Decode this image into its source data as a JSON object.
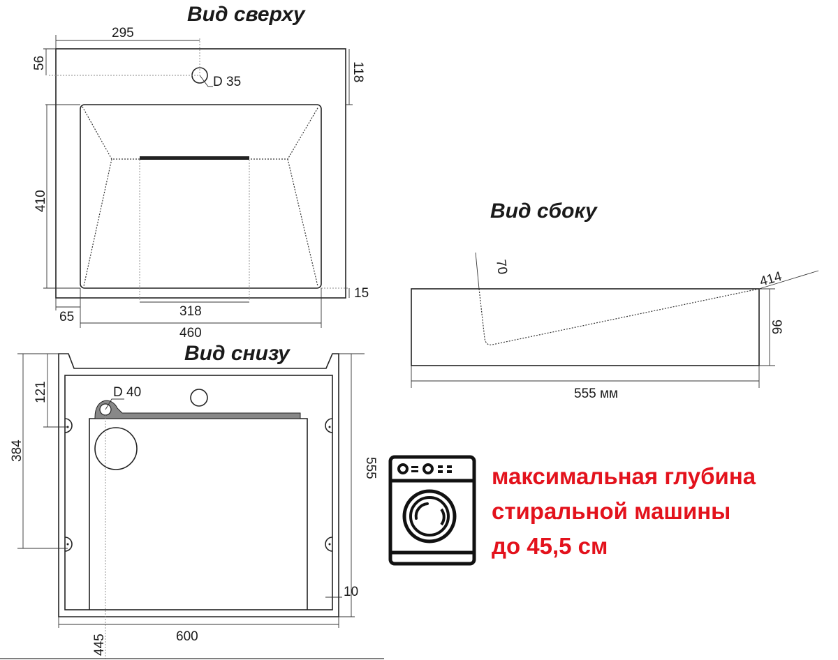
{
  "views": {
    "top": {
      "title": "Вид сверху",
      "dims": {
        "hole_offset_x": "295",
        "hole_offset_y": "56",
        "hole_diameter": "D 35",
        "bowl_offset_top": "118",
        "bowl_depth": "410",
        "bowl_offset_bottom": "15",
        "bowl_offset_left": "65",
        "drain_slot_width": "318",
        "bowl_width": "460"
      }
    },
    "bottom": {
      "title": "Вид снизу",
      "dims": {
        "mount_offset_top": "121",
        "mount_spacing": "384",
        "drain_diameter": "D 40",
        "total_depth": "555",
        "wall_thickness": "10",
        "drain_offset": "445",
        "total_width": "600"
      }
    },
    "side": {
      "title": "Вид сбоку",
      "dims": {
        "front_angle": "70",
        "slope_length": "414",
        "height": "96",
        "length": "555 мм"
      }
    }
  },
  "note": {
    "icon": "washing-machine-icon",
    "color": "#e3121c",
    "lines": [
      "максимальная глубина",
      "стиральной машины",
      "до 45,5 см"
    ]
  }
}
